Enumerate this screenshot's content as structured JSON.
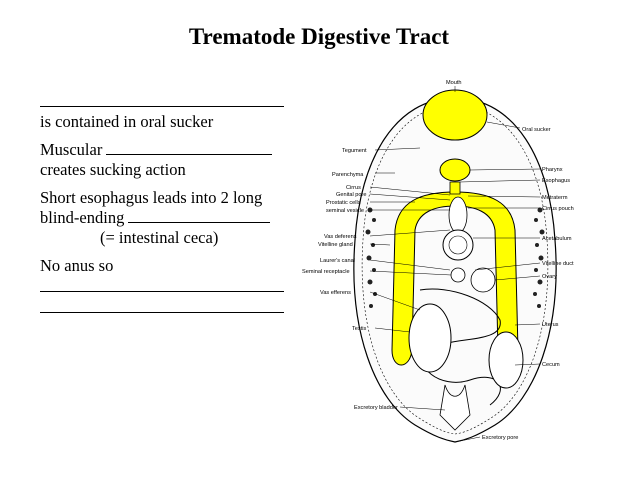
{
  "title": "Trematode Digestive Tract",
  "notes": {
    "line1_suffix": "is contained in oral sucker",
    "line2_a": "Muscular",
    "line2_b": "creates sucking action",
    "line3_a": "Short esophagus leads into 2 long",
    "line3_b": "blind-ending",
    "line3_c": "(= intestinal ceca)",
    "line4": "No anus so"
  },
  "diagram": {
    "highlight_color": "#ffff00",
    "labels": {
      "mouth": "Mouth",
      "oral_sucker": "Oral sucker",
      "tegument": "Tegument",
      "pharynx": "Pharynx",
      "parenchyma": "Parenchyma",
      "esophagus": "Esophagus",
      "cirrus": "Cirrus",
      "genital_pore": "Genital pore",
      "metraterm": "Metraterm",
      "prostatic_cells": "Prostatic cells",
      "cirrus_pouch": "Cirrus pouch",
      "seminal_vesicle": "seminal vesicle",
      "vas_deferens": "Vas deferens",
      "acetabulum": "Acetabulum",
      "vitelline_gland": "Vitelline gland",
      "laurers_canal": "Laurer's canal",
      "vitelline_duct": "Vitelline duct",
      "seminal_receptacle": "Seminal receptacle",
      "ovary": "Ovary",
      "vas_efferens": "Vas efferens",
      "uterus": "Uterus",
      "testis": "Testis",
      "cecum": "Cecum",
      "excretory_bladder": "Excretory bladder",
      "excretory_pore": "Excretory pore"
    }
  }
}
